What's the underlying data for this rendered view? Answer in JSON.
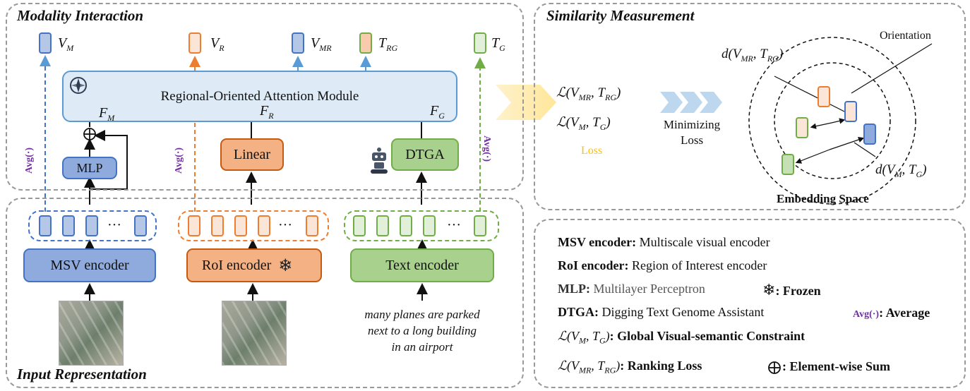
{
  "panels": {
    "modality_interaction": "Modality Interaction",
    "input_representation": "Input Representation",
    "similarity_measurement": "Similarity Measurement"
  },
  "outputs": {
    "vm": {
      "main": "V",
      "sub": "M"
    },
    "vr": {
      "main": "V",
      "sub": "R"
    },
    "vmr": {
      "main": "V",
      "sub": "MR"
    },
    "trg": {
      "main": "T",
      "sub": "RG"
    },
    "tg": {
      "main": "T",
      "sub": "G"
    }
  },
  "attention_module": "Regional-Oriented Attention Module",
  "features": {
    "fm": {
      "main": "F",
      "sub": "M"
    },
    "fr": {
      "main": "F",
      "sub": "R"
    },
    "fg": {
      "main": "F",
      "sub": "G"
    }
  },
  "blocks": {
    "mlp": "MLP",
    "linear": "Linear",
    "dtga": "DTGA",
    "msv_encoder": "MSV encoder",
    "roi_encoder": "RoI encoder",
    "text_encoder": "Text encoder"
  },
  "avg_label": "Avg(·)",
  "ellipsis": "···",
  "caption_lines": [
    "many planes are parked",
    "next to a long building",
    "in an airport"
  ],
  "similarity": {
    "loss1": "ℒ(V_MR, T_RG)",
    "loss1_main": "ℒ(V",
    "loss1_sub1": "MR",
    "loss1_mid": ", T",
    "loss1_sub2": "RG",
    "loss1_end": ")",
    "loss2_main": "ℒ(V",
    "loss2_sub1": "M",
    "loss2_mid": ", T",
    "loss2_sub2": "G",
    "loss2_end": ")",
    "loss_word": "Loss",
    "minimizing": "Minimizing",
    "minimizing2": "Loss",
    "orientation": "Orientation",
    "d_top_main": "d(V",
    "d_top_sub1": "MR",
    "d_top_mid": ", T",
    "d_top_sub2": "RG",
    "d_top_end": ")",
    "d_bot_main": "d(V",
    "d_bot_sub1": "M",
    "d_bot_mid": ", T",
    "d_bot_sub2": "G",
    "d_bot_end": ")",
    "embedding_space": "Embedding Space"
  },
  "legend": {
    "msv_key": "MSV encoder:",
    "msv_val": " Multiscale visual encoder",
    "roi_key": "RoI encoder:",
    "roi_val": " Region of Interest encoder",
    "mlp_key": "MLP:",
    "mlp_val": " Multilayer Perceptron",
    "frozen": ": Frozen",
    "dtga_key": "DTGA:",
    "dtga_val": " Digging Text Genome Assistant",
    "avg_key": "Avg(·)",
    "avg_val": ": Average",
    "global_main": "ℒ(V",
    "global_sub1": "M",
    "global_mid": ", T",
    "global_sub2": "G",
    "global_end": ")",
    "global_val": ": Global Visual-semantic Constraint",
    "rank_main": "ℒ(V",
    "rank_sub1": "MR",
    "rank_mid": ", T",
    "rank_sub2": "RG",
    "rank_end": ")",
    "rank_val": ": Ranking Loss",
    "sum_val": ": Element-wise Sum"
  },
  "colors": {
    "blue_fill": "#8faadc",
    "blue_stroke": "#4472c4",
    "orange_fill": "#f4b183",
    "orange_stroke": "#c55a11",
    "green_fill": "#a9d18e",
    "green_stroke": "#70ad47",
    "avg_purple": "#7030a0",
    "loss_yellow": "#ffc000",
    "attention_fill": "#deebf7"
  }
}
